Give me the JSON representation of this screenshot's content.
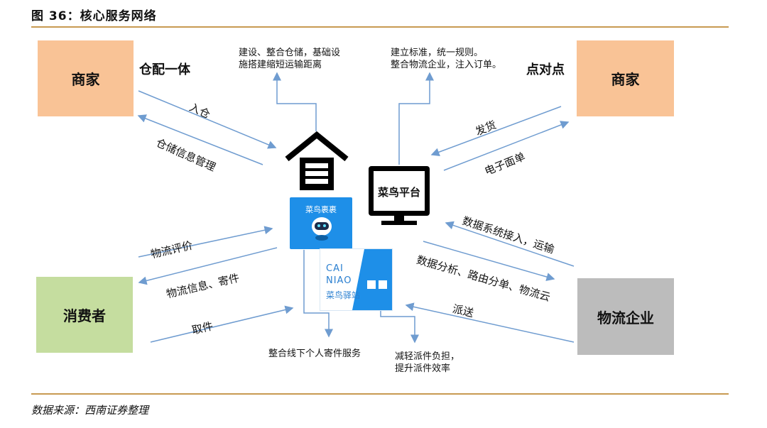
{
  "figure": {
    "title": "图 36：核心服务网络",
    "source": "数据来源：西南证券整理"
  },
  "colors": {
    "merchant_fill": "#f9c396",
    "consumer_fill": "#c5dd9f",
    "logistics_fill": "#bcbcbc",
    "arrow": "#6f9cd0",
    "rule": "#c89a52",
    "app_blue": "#1e8fe8"
  },
  "nodes": {
    "merchant_left": "商家",
    "merchant_right": "商家",
    "consumer": "消费者",
    "logistics": "物流企业",
    "platform": "菜鸟平台"
  },
  "side_labels": {
    "warehouse_delivery": "仓配一体",
    "point_to_point": "点对点"
  },
  "notes": {
    "warehouse": [
      "建设、整合仓储，基础设",
      "施搭建缩短运输距离"
    ],
    "platform": [
      "建立标准，统一规则。",
      "整合物流企业，注入订单。"
    ],
    "packages": "整合线下个人寄件服务",
    "station": [
      "减轻派件负担，",
      "提升派件效率"
    ]
  },
  "arrow_labels": {
    "in_warehouse": "入仓",
    "warehouse_info": "仓储信息管理",
    "ship": "发货",
    "e_waybill": "电子面单",
    "logistics_review": "物流评价",
    "logistics_info": "物流信息、寄件",
    "pickup": "取件",
    "data_access": "数据系统接入，运输",
    "data_analysis": "数据分析、路由分单、物流云",
    "dispatch": "派送"
  },
  "app_cards": {
    "guoguo_brand": "菜鸟裹裹",
    "station_logo_top": "CAI",
    "station_logo_mid": "NIAO",
    "station_logo_cn": "菜鸟驿站"
  },
  "icons": [
    "warehouse-icon",
    "monitor-icon",
    "robot-icon",
    "cainiao-station-icon"
  ]
}
